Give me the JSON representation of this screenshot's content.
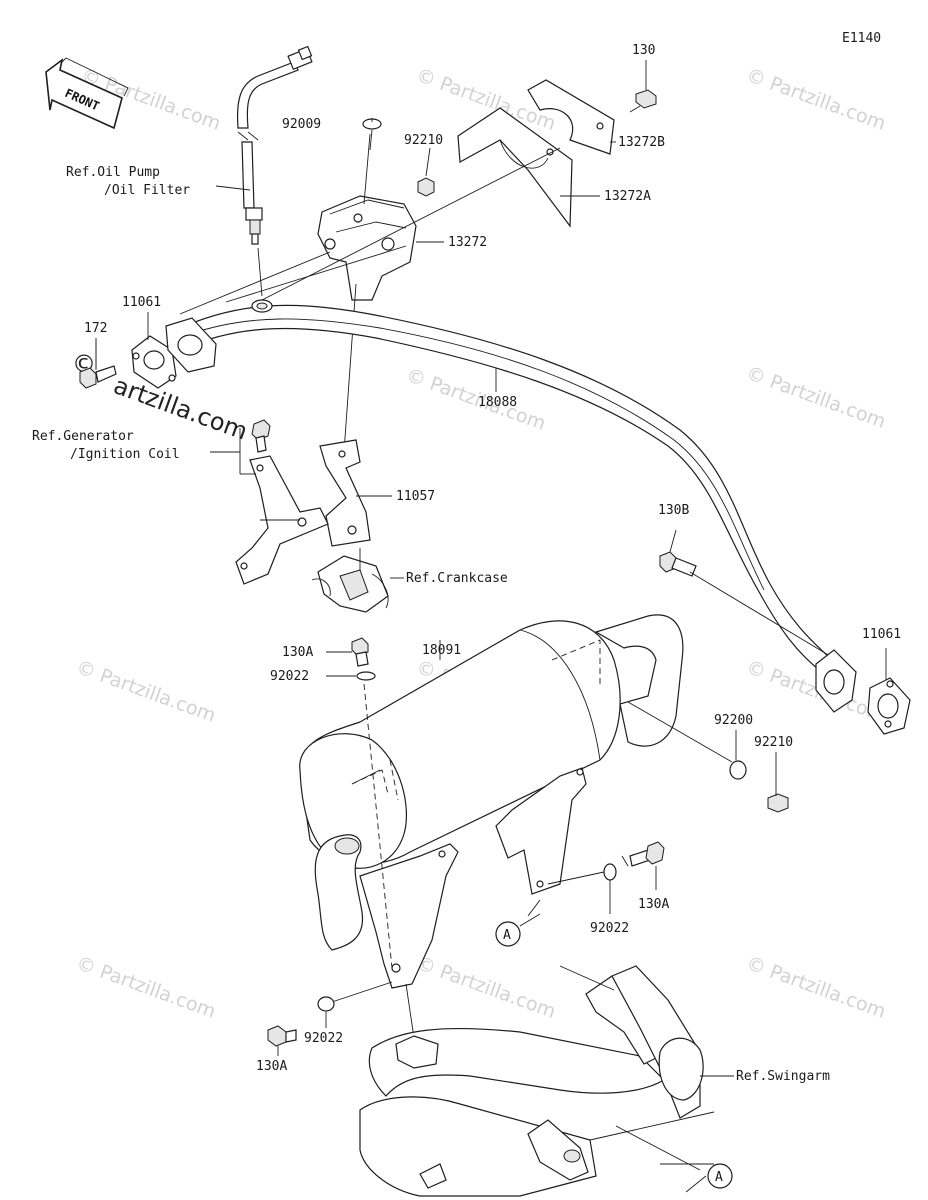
{
  "diagram_code": "E1140",
  "front_label": "FRONT",
  "watermark": {
    "text": "© Partzilla.com",
    "prominent": "artzilla.com",
    "prominent_symbol": "©"
  },
  "parts": {
    "p130_top": "130",
    "p13272B": "13272B",
    "p92009": "92009",
    "p92210_top": "92210",
    "p13272A": "13272A",
    "p13272": "13272",
    "p11061_left": "11061",
    "p172": "172",
    "p18088": "18088",
    "p11057": "11057",
    "p130B": "130B",
    "p11061_right": "11061",
    "p18091": "18091",
    "p130A_top": "130A",
    "p92022_top": "92022",
    "p92200": "92200",
    "p92210_right": "92210",
    "p130A_right": "130A",
    "p92022_right": "92022",
    "p92022_bottom": "92022",
    "p130A_bottom": "130A"
  },
  "references": {
    "oil_pump_line1": "Ref.Oil Pump",
    "oil_pump_line2": "/Oil Filter",
    "generator_line1": "Ref.Generator",
    "generator_line2": "/Ignition Coil",
    "crankcase": "Ref.Crankcase",
    "swingarm": "Ref.Swingarm"
  },
  "markers": {
    "a_left": "A",
    "a_right": "A"
  }
}
